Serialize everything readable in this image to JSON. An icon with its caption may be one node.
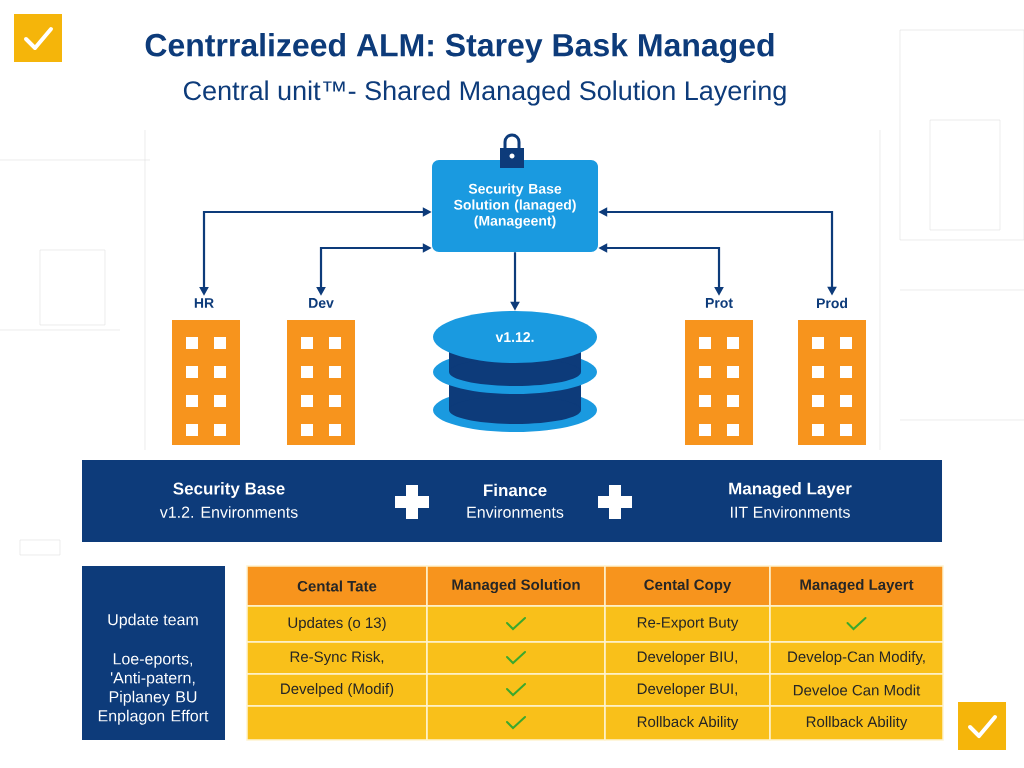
{
  "diagram": {
    "title": "Centrralizeed ALM: Starey Bask Managed",
    "nodes": [
      {
        "text": [
          "Security Base Solution (lanaged) (Manageent)"
        ]
      },
      {
        "text": [
          "HR"
        ]
      },
      {
        "text": [
          "Dev"
        ]
      },
      {
        "text": [
          "v1.12."
        ]
      },
      {
        "text": [
          "Prot"
        ]
      },
      {
        "text": [
          "Prod"
        ]
      },
      {
        "text": [
          "Security Base",
          "v1.2. Environments",
          "Finance",
          "Environments",
          "Managed Layer",
          "IIT Environments"
        ]
      },
      {
        "text": [
          "Update team",
          "Loe-eports, 'Anti-patern, Piplaney BU Enplagon Effort"
        ]
      }
    ],
    "edges": [
      {
        "from": 0,
        "to": 1,
        "arrow": "both"
      },
      {
        "from": 0,
        "to": 2,
        "arrow": "both"
      },
      {
        "from": 0,
        "to": 3,
        "arrow": "to"
      },
      {
        "from": 0,
        "to": 4,
        "arrow": "both"
      },
      {
        "from": 0,
        "to": 5,
        "arrow": "both"
      }
    ],
    "labels": [
      "Central unit™- Shared Managed Solution Layering",
      "Cental Tate",
      "Managed Solution",
      "Cental Copy",
      "Managed Layert",
      "Updates (o 13)",
      "Re-Export Buty",
      "Re-Sync Risk,",
      "Developer BIU,",
      "Develop-Can Modify,",
      "Develped (Modif)",
      "Developer BUI,",
      "Develoe Can Modit",
      "Rollback Ability",
      "Rollback Ability"
    ]
  }
}
